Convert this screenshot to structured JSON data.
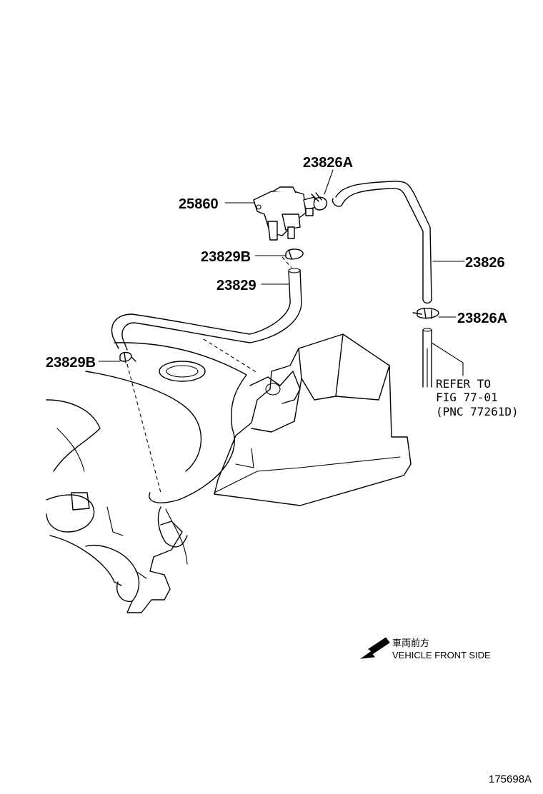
{
  "labels": {
    "purge_valve": "25860",
    "clamp_top": "23826A",
    "hose_right": "23826",
    "clamp_right": "23826A",
    "clamp_b_upper": "23829B",
    "hose_left": "23829",
    "clamp_b_lower": "23829B"
  },
  "reference": {
    "line1": "REFER TO",
    "line2": "FIG 77-01",
    "line3": "(PNC 77261D)"
  },
  "direction": {
    "japanese": "車両前方",
    "english": "VEHICLE FRONT SIDE"
  },
  "figure_id": "175698A"
}
